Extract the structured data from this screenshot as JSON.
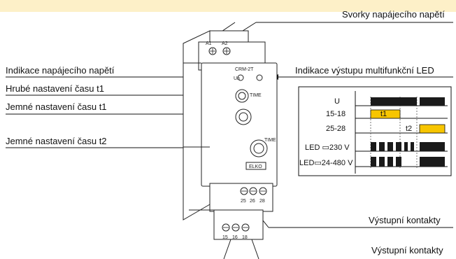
{
  "callouts": {
    "supply_terminals": "Svorky napájecího napětí",
    "supply_indication": "Indikace napájecího napětí",
    "coarse_t1": "Hrubé nastavení času t1",
    "fine_t1": "Jemné nastavení času t1",
    "fine_t2": "Jemné nastavení času t2",
    "output_led": "Indikace výstupu multifunkční LED",
    "output_contacts_1": "Výstupní kontakty",
    "output_contacts_2": "Výstupní kontakty"
  },
  "device": {
    "terminal_a1": "A1",
    "terminal_a2": "A2",
    "model": "CRM-2T",
    "led_un": "Un",
    "time_label_1": "TIME",
    "time_label_2": "TIME",
    "brand": "ELKO",
    "out_terminals_top": [
      "25",
      "26",
      "28"
    ],
    "out_terminals_bottom": [
      "15",
      "16",
      "18"
    ]
  },
  "timing_diagram": {
    "rows": [
      {
        "label": "U"
      },
      {
        "label": "15-18",
        "marker": "t1"
      },
      {
        "label": "25-28",
        "marker": "t2"
      },
      {
        "label": "LED ▭230 V"
      },
      {
        "label": "LED▭24-480 V"
      }
    ],
    "colors": {
      "signal": "#1a1a1a",
      "timer": "#f7c500"
    }
  }
}
